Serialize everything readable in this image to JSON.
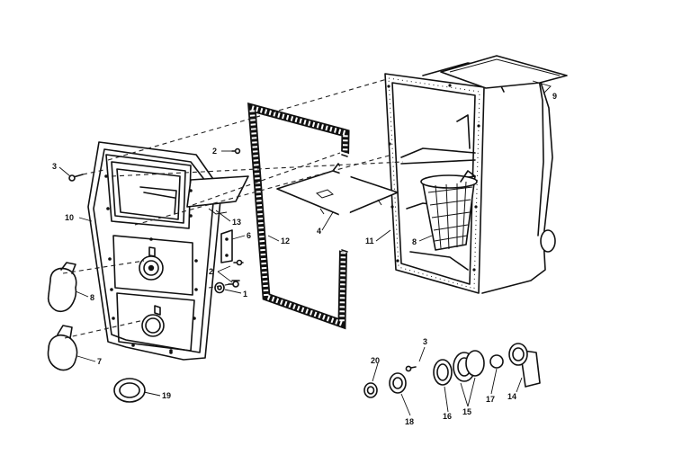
{
  "diagram": {
    "callouts": [
      {
        "id": "c9",
        "label": "9"
      },
      {
        "id": "c2a",
        "label": "2"
      },
      {
        "id": "c3a",
        "label": "3"
      },
      {
        "id": "c13",
        "label": "13"
      },
      {
        "id": "c10",
        "label": "10"
      },
      {
        "id": "c6",
        "label": "6"
      },
      {
        "id": "c12",
        "label": "12"
      },
      {
        "id": "c4",
        "label": "4"
      },
      {
        "id": "c11",
        "label": "11"
      },
      {
        "id": "c8b",
        "label": "8"
      },
      {
        "id": "c2b",
        "label": "2"
      },
      {
        "id": "c1",
        "label": "1"
      },
      {
        "id": "c8a",
        "label": "8"
      },
      {
        "id": "c7",
        "label": "7"
      },
      {
        "id": "c19",
        "label": "19"
      },
      {
        "id": "c3b",
        "label": "3"
      },
      {
        "id": "c20",
        "label": "20"
      },
      {
        "id": "c18",
        "label": "18"
      },
      {
        "id": "c16",
        "label": "16"
      },
      {
        "id": "c15",
        "label": "15"
      },
      {
        "id": "c17",
        "label": "17"
      },
      {
        "id": "c14",
        "label": "14"
      }
    ]
  }
}
